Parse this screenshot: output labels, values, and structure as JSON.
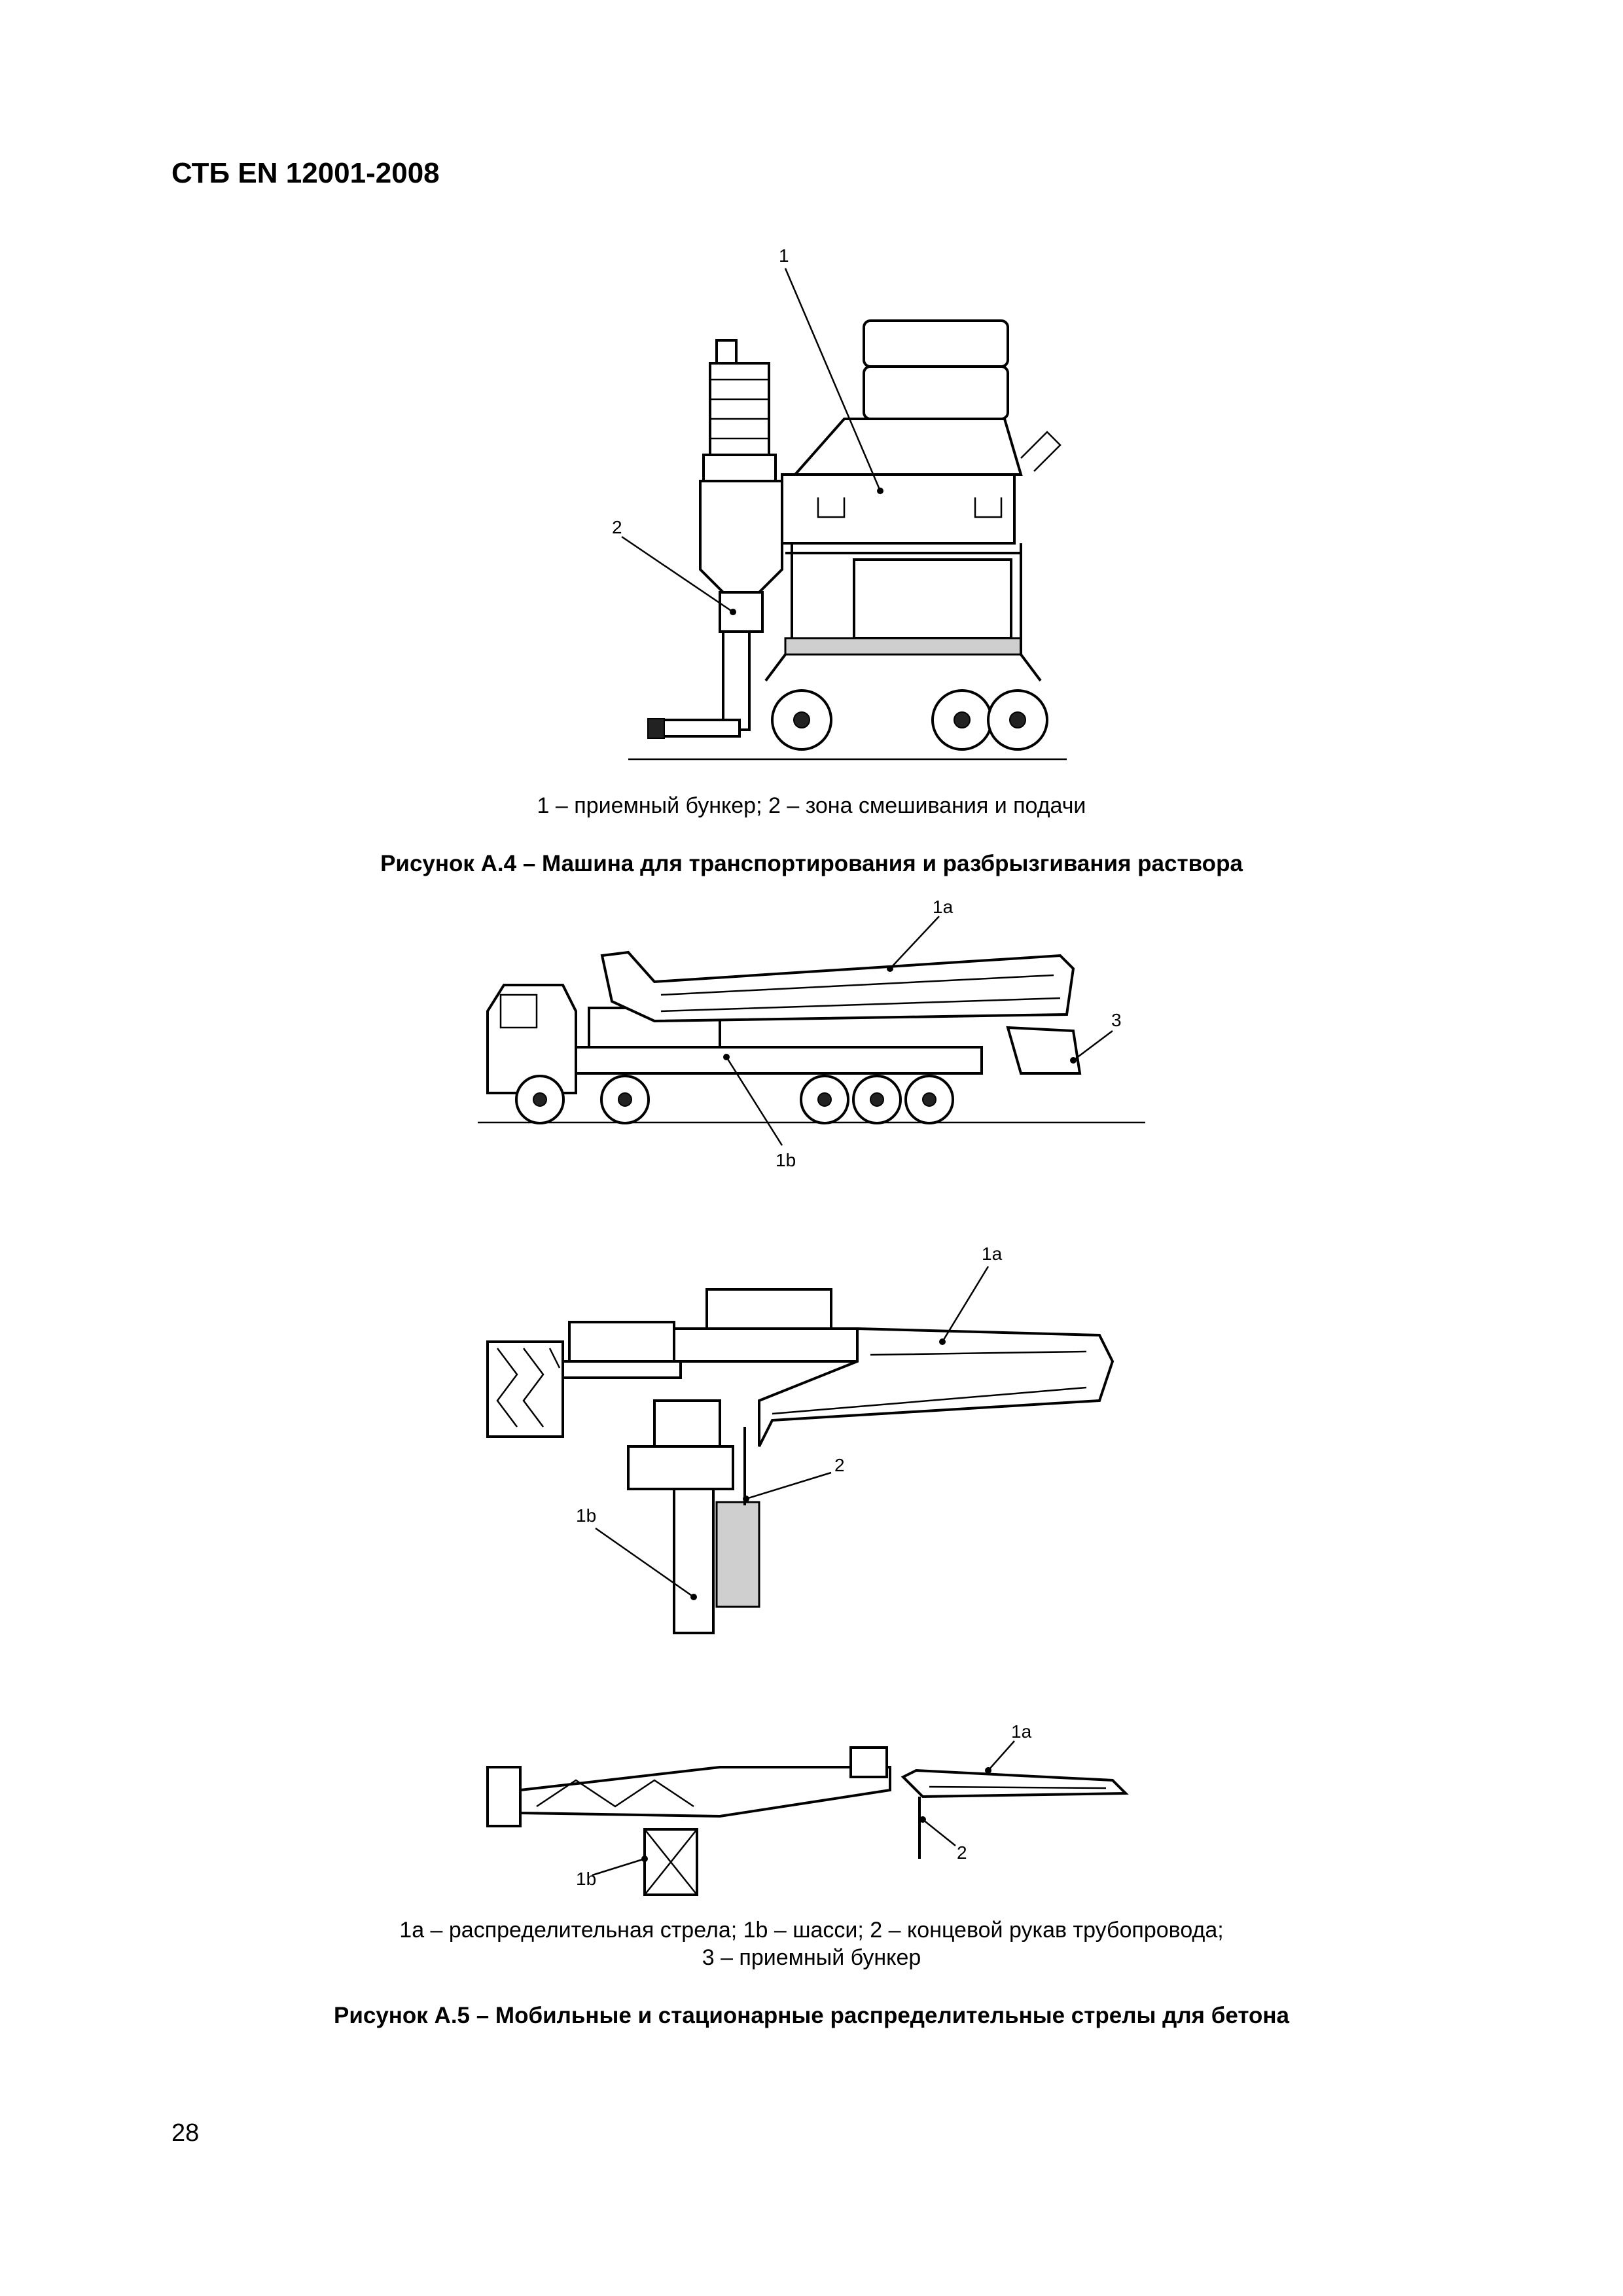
{
  "header": {
    "standard": "СТБ EN 12001-2008"
  },
  "figure_a4": {
    "labels": [
      "1",
      "2"
    ],
    "legend": "1 – приемный бункер; 2 – зона смешивания и подачи",
    "title": "Рисунок А.4 – Машина для транспортирования и разбрызгивания раствора"
  },
  "figure_a5": {
    "labels": [
      "1a",
      "1b",
      "3",
      "1a",
      "2",
      "1b",
      "1a",
      "2",
      "1b"
    ],
    "legend_line1": "1a – распределительная стрела; 1b – шасси; 2 – концевой рукав трубопровода;",
    "legend_line2": "3 – приемный бункер",
    "title": "Рисунок А.5 – Мобильные и стационарные распределительные стрелы для бетона"
  },
  "footer": {
    "page_number": "28"
  }
}
